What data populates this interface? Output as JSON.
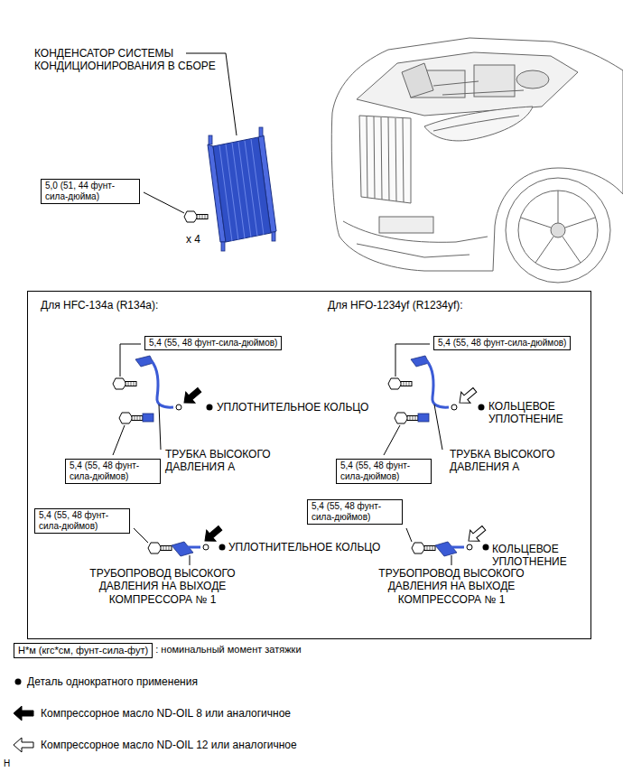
{
  "diagram": {
    "nodes": [
      {
        "text": [
          "5,0 (51, 44 фунт-сила-дюйма)"
        ]
      },
      {
        "text": [
          "Для HFC-134a (R134a):",
          "Для HFO-1234yf (R1234yf):"
        ]
      },
      {
        "text": [
          "5,4 (55, 48 фунт-сила-дюймов)"
        ],
        "in": 1
      },
      {
        "text": [
          "5,4 (55, 48 фунт-сила-дюймов)"
        ],
        "in": 1
      },
      {
        "text": [
          "5,4 (55, 48 фунт-сила-дюймов)"
        ],
        "in": 1
      },
      {
        "text": [
          "5,4 (55, 48 фунт-сила-дюймов)"
        ],
        "in": 1
      },
      {
        "text": [
          "5,4 (55, 48 фунт-сила-дюймов)"
        ],
        "in": 1
      },
      {
        "text": [
          "5,4 (55, 48 фунт-сила-дюймов)"
        ],
        "in": 1
      },
      {
        "text": [
          "Н*м (кгс*см, фунт-сила-фут)"
        ]
      }
    ],
    "labels": [
      "КОНДЕНСАТОР СИСТЕМЫ КОНДИЦИОНИРОВАНИЯ В СБОРЕ",
      "x 4",
      "УПЛОТНИТЕЛЬНОЕ КОЛЬЦО",
      "ТРУБКА ВЫСОКОГО ДАВЛЕНИЯ А",
      "УПЛОТНИТЕЛЬНОЕ КОЛЬЦО",
      "ТРУБОПРОВОД ВЫСОКОГО ДАВЛЕНИЯ НА ВЫХОДЕ КОМПРЕССОРА № 1",
      "КОЛЬЦЕВОЕ УПЛОТНЕНИЕ",
      "ТРУБКА ВЫСОКОГО ДАВЛЕНИЯ А",
      "КОЛЬЦЕВОЕ УПЛОТНЕНИЕ",
      "ТРУБОПРОВОД ВЫСОКОГО ДАВЛЕНИЯ НА ВЫХОДЕ КОМПРЕССОРА № 1",
      "H"
    ],
    "legend": [
      {
        "text": ": номинальный момент затяжки"
      },
      {
        "text": "Деталь однократного применения"
      },
      {
        "text": "Компрессорное масло ND-OIL 8 или аналогичное"
      },
      {
        "text": "Компрессорное масло ND-OIL 12 или аналогичное"
      }
    ]
  }
}
